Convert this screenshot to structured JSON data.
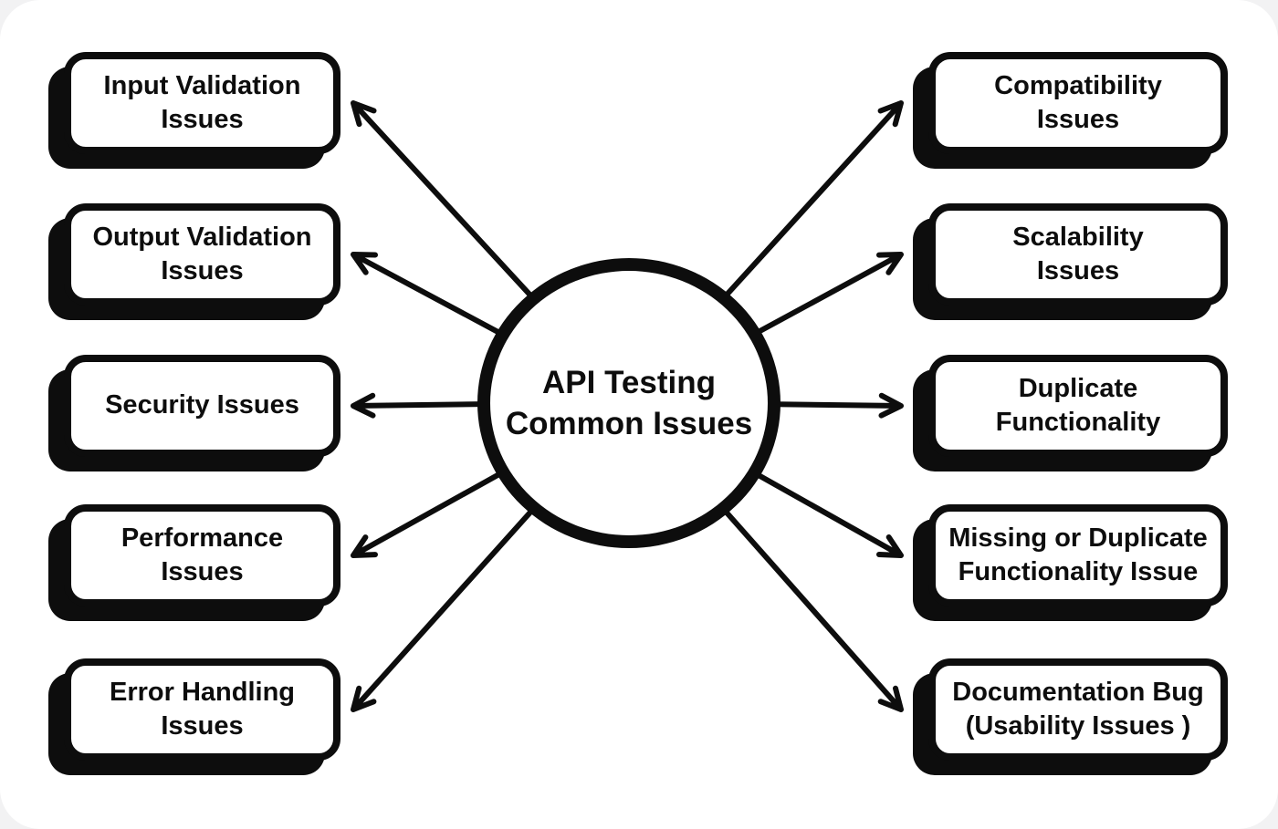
{
  "diagram": {
    "center": {
      "label": "API Testing\nCommon Issues"
    },
    "left_nodes": [
      {
        "label": "Input Validation\nIssues"
      },
      {
        "label": "Output Validation\nIssues"
      },
      {
        "label": "Security Issues"
      },
      {
        "label": "Performance\nIssues"
      },
      {
        "label": "Error Handling\nIssues"
      }
    ],
    "right_nodes": [
      {
        "label": "Compatibility\nIssues"
      },
      {
        "label": "Scalability\nIssues"
      },
      {
        "label": "Duplicate\nFunctionality"
      },
      {
        "label": "Missing or Duplicate\nFunctionality Issue"
      },
      {
        "label": "Documentation Bug\n(Usability Issues )"
      }
    ],
    "colors": {
      "ink": "#0d0d0d",
      "background": "#ffffff"
    }
  }
}
